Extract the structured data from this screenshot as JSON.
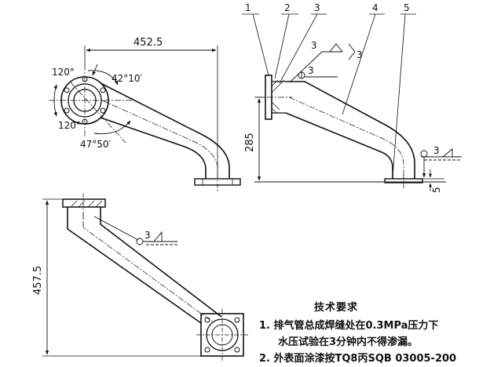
{
  "part_labels": [
    "1",
    "2",
    "3",
    "4",
    "5"
  ],
  "dimensions": {
    "length_top": "452.5",
    "height_side": "285",
    "height_bottom": "457.5",
    "offset_small": "5"
  },
  "angles": {
    "a120_top": "120°",
    "a120_bottom": "120°",
    "a42": "42°10′",
    "a47": "47°50′"
  },
  "weld_size": "3",
  "notes": {
    "title": "技术要求",
    "line1": "1. 排气管总成焊缝处在0.3MPa压力下",
    "line2": "水压试验在3分钟内不得渗漏。",
    "line3": "2. 外表面涂漆按TQ8丙SQB 03005-200"
  }
}
